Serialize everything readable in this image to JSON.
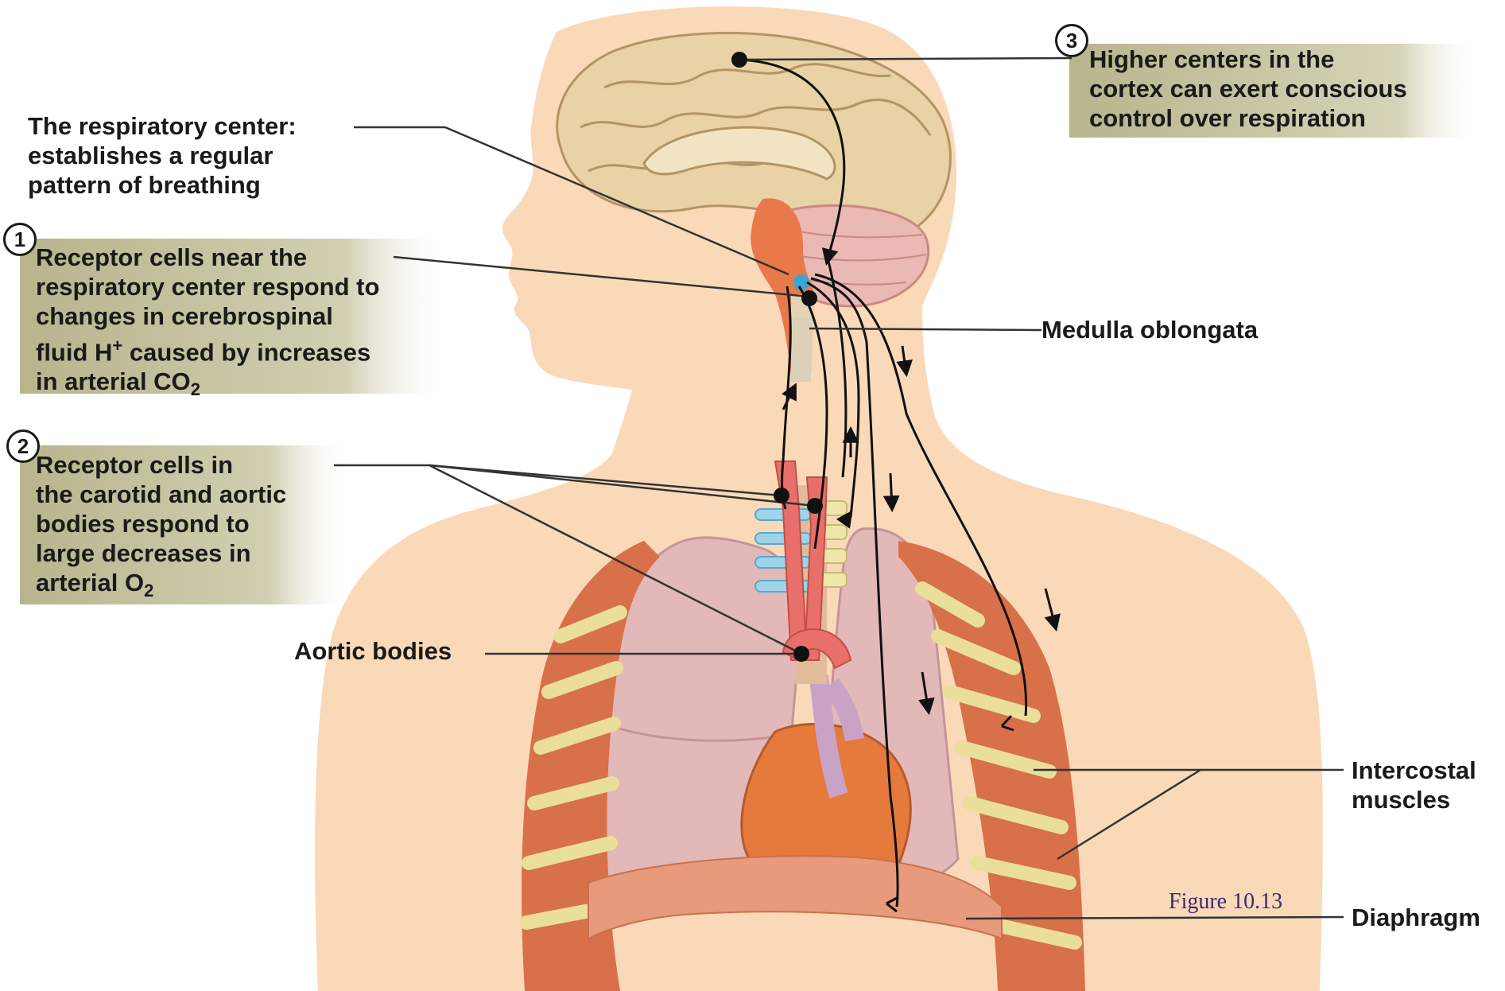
{
  "labels": {
    "respiratory_center": [
      "The respiratory center:",
      "establishes a regular",
      "pattern of breathing"
    ],
    "step1": {
      "number": "1",
      "lines": [
        "Receptor cells near the",
        "respiratory center respond to",
        "changes in cerebrospinal"
      ],
      "line4_pre": "fluid H",
      "line4_sup": "+",
      "line4_post": " caused by increases",
      "line5_pre": "in arterial CO",
      "line5_sub": "2"
    },
    "step2": {
      "number": "2",
      "lines": [
        "Receptor cells in",
        "the carotid and aortic",
        "bodies respond to",
        "large decreases in"
      ],
      "line5_pre": "arterial O",
      "line5_sub": "2"
    },
    "step3": {
      "number": "3",
      "lines": [
        "Higher centers in the",
        "cortex can exert conscious",
        "control over respiration"
      ]
    },
    "medulla": "Medulla oblongata",
    "aortic_bodies": "Aortic bodies",
    "intercostal": [
      "Intercostal",
      "muscles"
    ],
    "diaphragm": "Diaphragm",
    "figure": "Figure 10.13"
  },
  "colors": {
    "skin": "#fad9b8",
    "callout_box": "#c6c2a0",
    "brain": "#e7cda0",
    "lung": "#e3b8b9",
    "muscle": "#d8704a",
    "rib": "#e9df9a",
    "artery": "#e9706a",
    "heart": "#e57a3c",
    "nerve_dot": "#111111",
    "receptor_blue": "#39a6d8",
    "figure_caption": "#3d2a72"
  }
}
